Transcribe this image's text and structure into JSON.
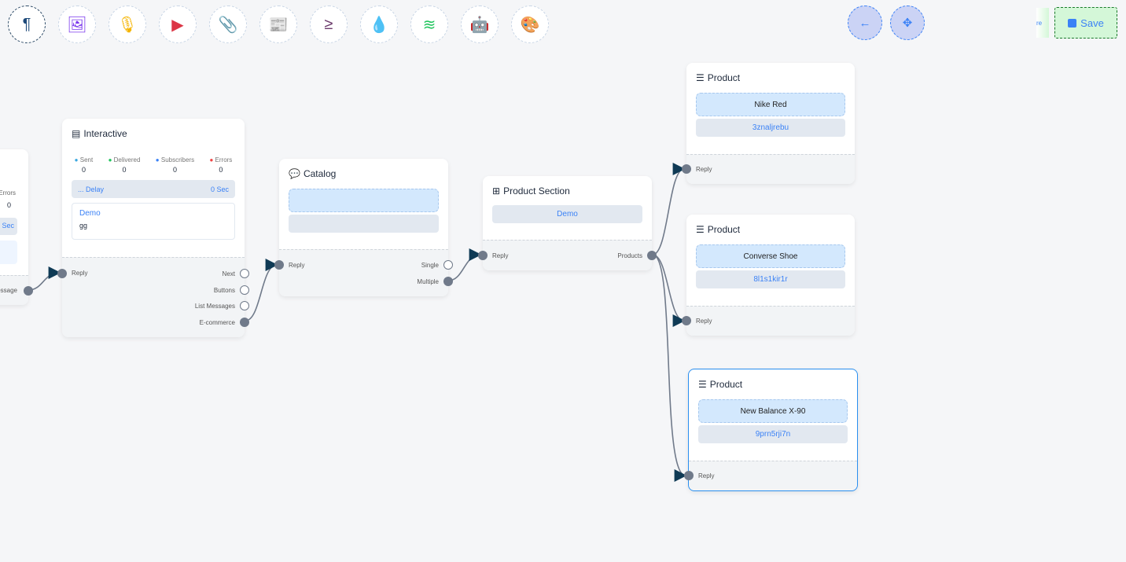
{
  "toolbar": {
    "tools": [
      {
        "icon": "paragraph-icon",
        "glyph": "¶",
        "color": "#1e4a7a"
      },
      {
        "icon": "image-icon",
        "glyph": "🖼",
        "color": "#7c3aed"
      },
      {
        "icon": "microphone-icon",
        "glyph": "🎙",
        "color": "#f5b400"
      },
      {
        "icon": "youtube-icon",
        "glyph": "▶",
        "color": "#dc3545"
      },
      {
        "icon": "paperclip-icon",
        "glyph": "📎",
        "color": "#1f9d55"
      },
      {
        "icon": "newspaper-icon",
        "glyph": "📰",
        "color": "#f87171"
      },
      {
        "icon": "greater-equal-icon",
        "glyph": "≥",
        "color": "#6b3a6b"
      },
      {
        "icon": "drop-icon",
        "glyph": "💧",
        "color": "#d11a3a"
      },
      {
        "icon": "stack-overflow-icon",
        "glyph": "≋",
        "color": "#22c55e"
      },
      {
        "icon": "robot-icon",
        "glyph": "🤖",
        "color": "#1d1dfc"
      },
      {
        "icon": "palette-icon",
        "glyph": "🎨",
        "color": "#22c55e"
      }
    ],
    "back_glyph": "←",
    "collapse_glyph": "✥",
    "save_label": "Save",
    "partial_label": "re"
  },
  "nodes": {
    "left": {
      "errors_label": "Errors",
      "errors": "0",
      "delay": "Sec",
      "port": "Message"
    },
    "interactive": {
      "title": "Interactive",
      "stats": [
        {
          "label": "Sent",
          "value": "0",
          "color": "#3ba8e0"
        },
        {
          "label": "Delivered",
          "value": "0",
          "color": "#22c55e"
        },
        {
          "label": "Subscribers",
          "value": "0",
          "color": "#3b82f6"
        },
        {
          "label": "Errors",
          "value": "0",
          "color": "#ef4444"
        }
      ],
      "delay_label": "... Delay",
      "delay_value": "0 Sec",
      "msg_title": "Demo",
      "msg_body": "gg",
      "in_port": "Reply",
      "out_ports": [
        "Next",
        "Buttons",
        "List Messages",
        "E-commerce"
      ]
    },
    "catalog": {
      "title": "Catalog",
      "in_port": "Reply",
      "out_ports": [
        "Single",
        "Multiple"
      ]
    },
    "section": {
      "title": "Product Section",
      "item": "Demo",
      "in_port": "Reply",
      "out_port": "Products"
    },
    "products": [
      {
        "title": "Product",
        "name": "Nike Red",
        "id": "3znaljrebu",
        "port": "Reply"
      },
      {
        "title": "Product",
        "name": "Converse Shoe",
        "id": "8l1s1kir1r",
        "port": "Reply"
      },
      {
        "title": "Product",
        "name": "New Balance X-90",
        "id": "9prn5rji7n",
        "port": "Reply"
      }
    ]
  }
}
